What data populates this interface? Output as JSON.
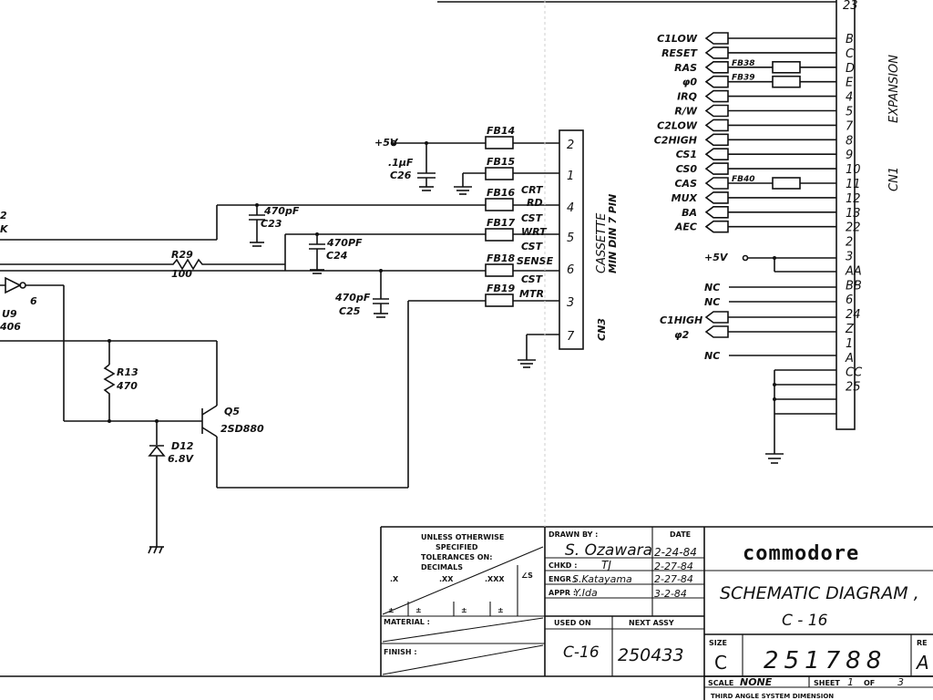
{
  "expansion": {
    "connector_label": "CN1",
    "connector_name": "EXPANSION",
    "top_pin": "23",
    "pins": [
      "B",
      "C",
      "D",
      "E",
      "4",
      "5",
      "7",
      "8",
      "9",
      "10",
      "11",
      "12",
      "13",
      "22",
      "2",
      "3",
      "AA",
      "BB",
      "6",
      "24",
      "Z",
      "1",
      "A",
      "CC",
      "25"
    ],
    "signals": [
      {
        "name": "C1LOW",
        "ref": ""
      },
      {
        "name": "RESET",
        "ref": ""
      },
      {
        "name": "RAS",
        "ref": "FB38"
      },
      {
        "name": "φ0",
        "ref": "FB39"
      },
      {
        "name": "IRQ",
        "ref": ""
      },
      {
        "name": "R/W",
        "ref": ""
      },
      {
        "name": "C2LOW",
        "ref": ""
      },
      {
        "name": "C2HIGH",
        "ref": ""
      },
      {
        "name": "CS1",
        "ref": ""
      },
      {
        "name": "CS0",
        "ref": ""
      },
      {
        "name": "CAS",
        "ref": "FB40"
      },
      {
        "name": "MUX",
        "ref": ""
      },
      {
        "name": "BA",
        "ref": ""
      },
      {
        "name": "AEC",
        "ref": ""
      }
    ],
    "power": "+5V",
    "nc_label": "NC",
    "c1high": "C1HIGH",
    "phi2": "φ2"
  },
  "cassette": {
    "connector_label": "CN3",
    "connector_sub": "MIN DIN 7 PIN",
    "connector_name": "CASSETTE",
    "pins": [
      "2",
      "1",
      "4",
      "5",
      "6",
      "3",
      "7"
    ],
    "beads": [
      "FB14",
      "FB15",
      "FB16",
      "FB17",
      "FB18",
      "FB19"
    ],
    "signals": [
      "CRT RD",
      "CST WRT",
      "CST SENSE",
      "CST MTR"
    ]
  },
  "components": {
    "power": "+5V",
    "c26": {
      "value": ".1μF",
      "ref": "C26"
    },
    "c23": {
      "value": "470pF",
      "ref": "C23"
    },
    "c24": {
      "value": "470PF",
      "ref": "C24"
    },
    "c25": {
      "value": "470pF",
      "ref": "C25"
    },
    "r29": {
      "ref": "R29",
      "value": "100"
    },
    "r13": {
      "ref": "R13",
      "value": "470"
    },
    "q5": {
      "ref": "Q5",
      "value": "2SD880"
    },
    "d12": {
      "ref": "D12",
      "value": "6.8V"
    },
    "u9": {
      "ref": "U9",
      "pin": "6",
      "partial": "406"
    },
    "left_partial_1": "2",
    "left_partial_2": "K"
  },
  "title_block": {
    "tolerance_header": "UNLESS OTHERWISE",
    "tolerance_sub": "SPECIFIED",
    "tolerance_label": "TOLERANCES ON:",
    "decimals_label": "DECIMALS",
    "decimal_cols": [
      ".X",
      ".XX",
      ".XXX"
    ],
    "angle_label": "∠S",
    "plusminus": "±",
    "material_label": "MATERIAL :",
    "finish_label": "FINISH :",
    "drawn_by_label": "DRAWN BY :",
    "date_label": "DATE",
    "drawn_by": "S. Ozawara",
    "drawn_date": "2-24-84",
    "chkd_label": "CHKD :",
    "chkd": "TJ",
    "chkd_date": "2-27-84",
    "engr_label": "ENGR :",
    "engr": "S.Katayama",
    "engr_date": "2-27-84",
    "appr_label": "APPR :",
    "appr": "Y.Ida",
    "appr_date": "3-2-84",
    "used_on_label": "USED ON",
    "next_assy_label": "NEXT ASSY",
    "used_on": "C-16",
    "next_assy": "250433",
    "company": "commodore",
    "title_line1": "SCHEMATIC DIAGRAM ,",
    "title_line2": "C - 16",
    "size_label": "SIZE",
    "size": "C",
    "drawing_no": "251788",
    "rev_label": "RE",
    "rev": "A",
    "scale_label": "SCALE",
    "scale": "NONE",
    "sheet_label": "SHEET",
    "sheet": "1",
    "of_label": "OF",
    "sheets_total": "3",
    "footer": "THIRD ANGLE SYSTEM    DIMENSION"
  },
  "colors": {
    "ink": "#111111",
    "paper": "#ffffff"
  }
}
